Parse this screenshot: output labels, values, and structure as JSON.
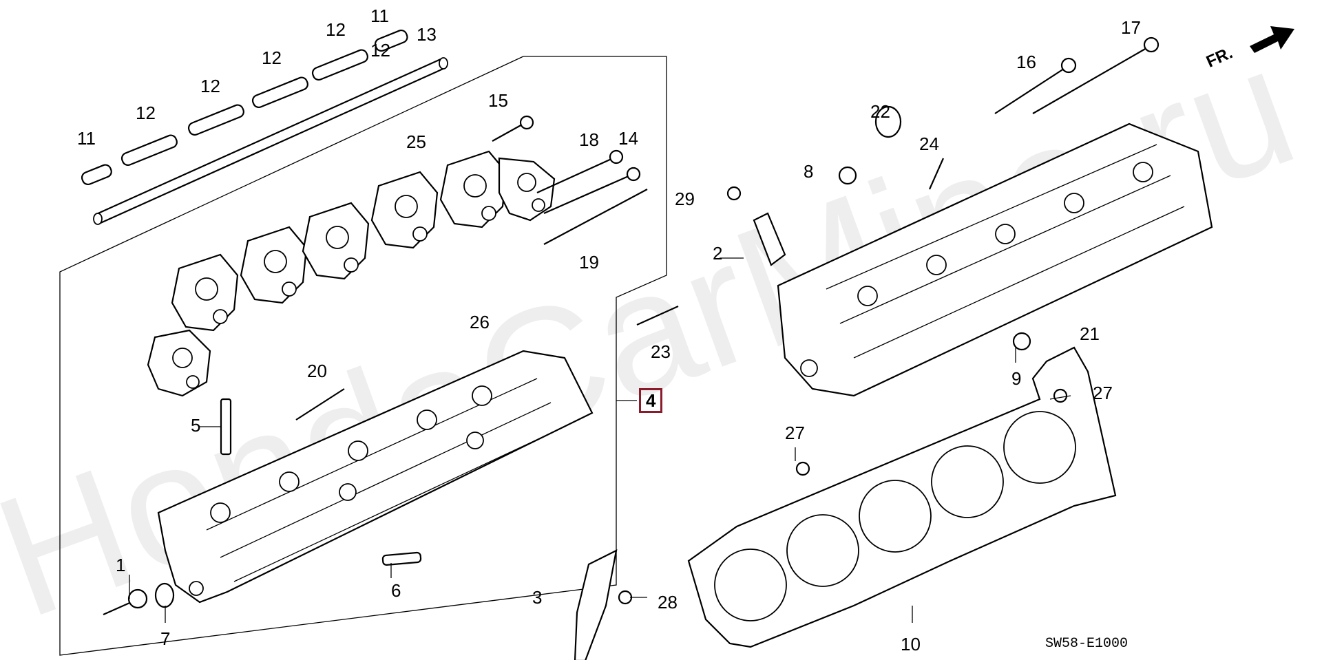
{
  "watermark": "HondaCarMine.ru",
  "diagram_code": "SW58-E1000",
  "front_marker": "FR.",
  "callouts": [
    {
      "id": "c1",
      "label": "1"
    },
    {
      "id": "c2",
      "label": "2"
    },
    {
      "id": "c3",
      "label": "3"
    },
    {
      "id": "c4",
      "label": "4",
      "highlighted": true,
      "highlight_color": "#8b1a2b"
    },
    {
      "id": "c5",
      "label": "5"
    },
    {
      "id": "c6",
      "label": "6"
    },
    {
      "id": "c7",
      "label": "7"
    },
    {
      "id": "c8",
      "label": "8"
    },
    {
      "id": "c9",
      "label": "9"
    },
    {
      "id": "c10",
      "label": "10"
    },
    {
      "id": "c11a",
      "label": "11"
    },
    {
      "id": "c11b",
      "label": "11"
    },
    {
      "id": "c12a",
      "label": "12"
    },
    {
      "id": "c12b",
      "label": "12"
    },
    {
      "id": "c12c",
      "label": "12"
    },
    {
      "id": "c12d",
      "label": "12"
    },
    {
      "id": "c12e",
      "label": "12"
    },
    {
      "id": "c13",
      "label": "13"
    },
    {
      "id": "c14",
      "label": "14"
    },
    {
      "id": "c15",
      "label": "15"
    },
    {
      "id": "c16",
      "label": "16"
    },
    {
      "id": "c17",
      "label": "17"
    },
    {
      "id": "c18",
      "label": "18"
    },
    {
      "id": "c19",
      "label": "19"
    },
    {
      "id": "c20",
      "label": "20"
    },
    {
      "id": "c21",
      "label": "21"
    },
    {
      "id": "c22",
      "label": "22"
    },
    {
      "id": "c23",
      "label": "23"
    },
    {
      "id": "c24",
      "label": "24"
    },
    {
      "id": "c25",
      "label": "25"
    },
    {
      "id": "c26",
      "label": "26"
    },
    {
      "id": "c27a",
      "label": "27"
    },
    {
      "id": "c27b",
      "label": "27"
    },
    {
      "id": "c28",
      "label": "28"
    },
    {
      "id": "c29",
      "label": "29"
    }
  ]
}
